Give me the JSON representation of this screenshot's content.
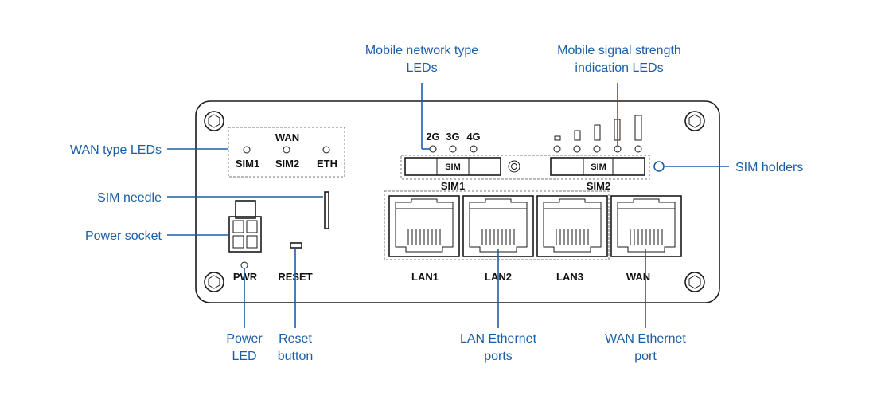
{
  "callouts": {
    "mobile_network_type_line1": "Mobile network type",
    "mobile_network_type_line2": "LEDs",
    "mobile_signal_line1": "Mobile signal strength",
    "mobile_signal_line2": "indication LEDs",
    "wan_type_leds": "WAN type LEDs",
    "sim_needle": "SIM needle",
    "power_socket": "Power socket",
    "sim_holders": "SIM holders",
    "power_led_line1": "Power",
    "power_led_line2": "LED",
    "reset_button_line1": "Reset",
    "reset_button_line2": "button",
    "lan_ports_line1": "LAN Ethernet",
    "lan_ports_line2": "ports",
    "wan_port_line1": "WAN Ethernet",
    "wan_port_line2": "port"
  },
  "device_labels": {
    "wan_title": "WAN",
    "wan_sim1": "SIM1",
    "wan_sim2": "SIM2",
    "wan_eth": "ETH",
    "net_2g": "2G",
    "net_3g": "3G",
    "net_4g": "4G",
    "sim_slot_label": "SIM",
    "sim1": "SIM1",
    "sim2": "SIM2",
    "pwr": "PWR",
    "reset": "RESET",
    "lan1": "LAN1",
    "lan2": "LAN2",
    "lan3": "LAN3",
    "wan_port": "WAN"
  },
  "colors": {
    "callout": "#1a5ea8",
    "outline": "#1a1a1a"
  }
}
